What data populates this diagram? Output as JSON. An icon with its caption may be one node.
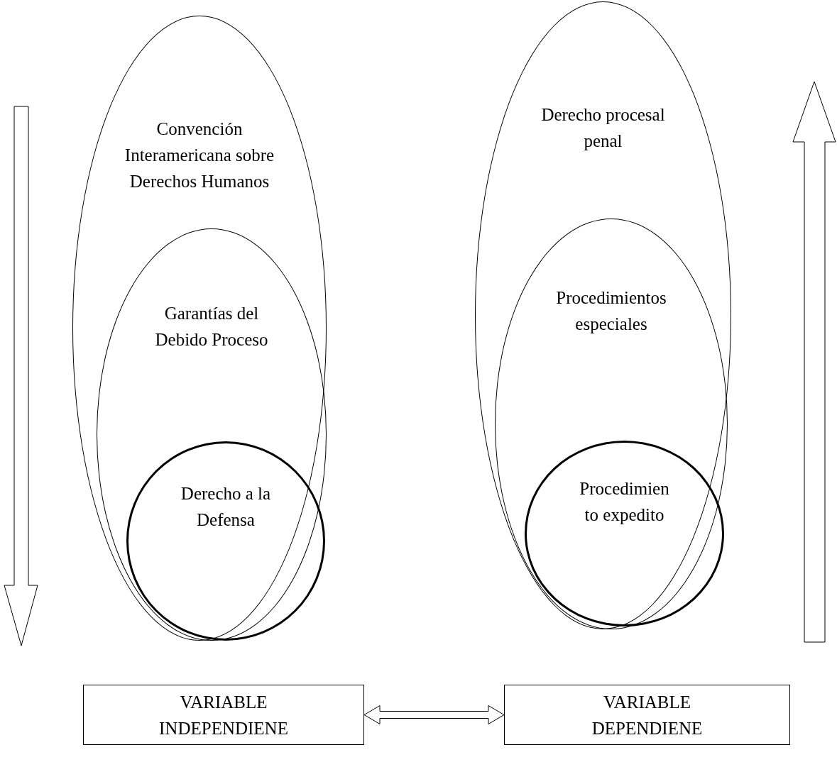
{
  "diagram": {
    "nodes": [
      {
        "text": [
          "Convención Interamericana sobre Derechos Humanos"
        ]
      },
      {
        "text": [
          "Garantías del Debido Proceso"
        ],
        "in": 0
      },
      {
        "text": [
          "Derecho a la Defensa"
        ],
        "in": 1
      },
      {
        "text": [
          "Derecho procesal penal"
        ]
      },
      {
        "text": [
          "Procedimientos especiales"
        ],
        "in": 3
      },
      {
        "text": [
          "Procedimien to expedito"
        ],
        "in": 4
      },
      {
        "text": [
          "VARIABLE INDEPENDIENE"
        ]
      },
      {
        "text": [
          "VARIABLE DEPENDIENE"
        ]
      }
    ],
    "edges": [
      {
        "from": 6,
        "to": 7,
        "arrow": "both"
      }
    ]
  }
}
